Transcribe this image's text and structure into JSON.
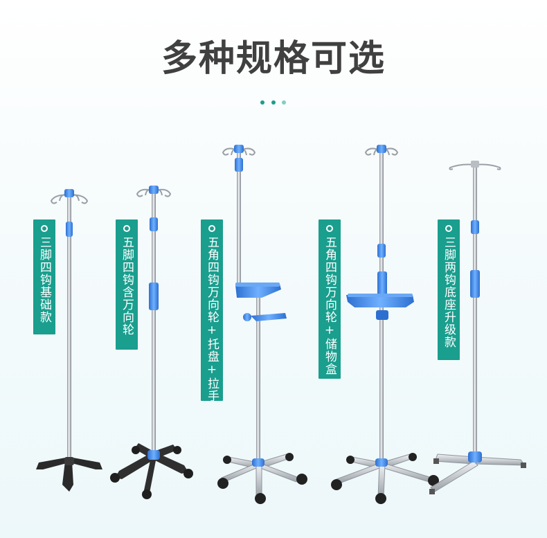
{
  "title": "多种规格可选",
  "dots": [
    "#1a9e8e",
    "#1a9e8e",
    "#7fcfc4"
  ],
  "accent_color": "#1a9e8e",
  "labels": [
    {
      "text": "三脚四钩基础款"
    },
    {
      "text": "五脚四钩含万向轮"
    },
    {
      "text": "五角四钩万向轮+托盘+拉手"
    },
    {
      "text": "五角四钩万向轮+储物盒"
    },
    {
      "text": "三脚两钩底座升级款"
    }
  ]
}
